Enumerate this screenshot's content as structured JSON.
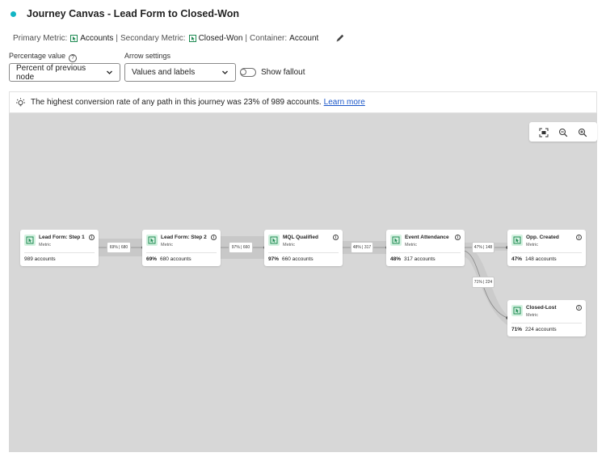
{
  "title": "Journey Canvas - Lead Form to Closed-Won",
  "colors": {
    "accent_dot": "#12b5c4",
    "canvas_bg": "#d7d7d7",
    "node_icon_bg": "#d4f1e0",
    "node_icon_fg": "#1e8a52",
    "link": "#1a56c8"
  },
  "metrics": {
    "primary_label": "Primary Metric:",
    "primary_value": "Accounts",
    "secondary_label": "Secondary Metric:",
    "secondary_value": "Closed-Won",
    "container_label": "Container:",
    "container_value": "Account",
    "separator": "|"
  },
  "controls": {
    "percentage_label": "Percentage value",
    "percentage_selected": "Percent of previous node",
    "arrow_label": "Arrow settings",
    "arrow_selected": "Values and labels",
    "fallout_label": "Show fallout",
    "fallout_on": false
  },
  "banner": {
    "text": "The highest conversion rate of any path in this journey was 23% of 989 accounts.",
    "link": "Learn more"
  },
  "zoom": {
    "icons": [
      "fit-screen-icon",
      "zoom-out-icon",
      "zoom-in-icon"
    ]
  },
  "nodes": [
    {
      "title": "Lead Form: Step 1",
      "subtitle": "Metric",
      "pct": "",
      "count": "989 accounts"
    },
    {
      "title": "Lead Form: Step 2",
      "subtitle": "Metric",
      "pct": "69%",
      "count": "680 accounts"
    },
    {
      "title": "MQL Qualified",
      "subtitle": "Metric",
      "pct": "97%",
      "count": "660 accounts"
    },
    {
      "title": "Event Attendance",
      "subtitle": "Metric",
      "pct": "48%",
      "count": "317 accounts"
    },
    {
      "title": "Opp. Created",
      "subtitle": "Metric",
      "pct": "47%",
      "count": "148 accounts"
    },
    {
      "title": "Closed-Lost",
      "subtitle": "Metric",
      "pct": "71%",
      "count": "224 accounts"
    }
  ],
  "edges": [
    {
      "label": "69% | 680"
    },
    {
      "label": "97% | 660"
    },
    {
      "label": "48% | 317"
    },
    {
      "label": "47% | 148"
    },
    {
      "label": "71% | 224"
    }
  ]
}
